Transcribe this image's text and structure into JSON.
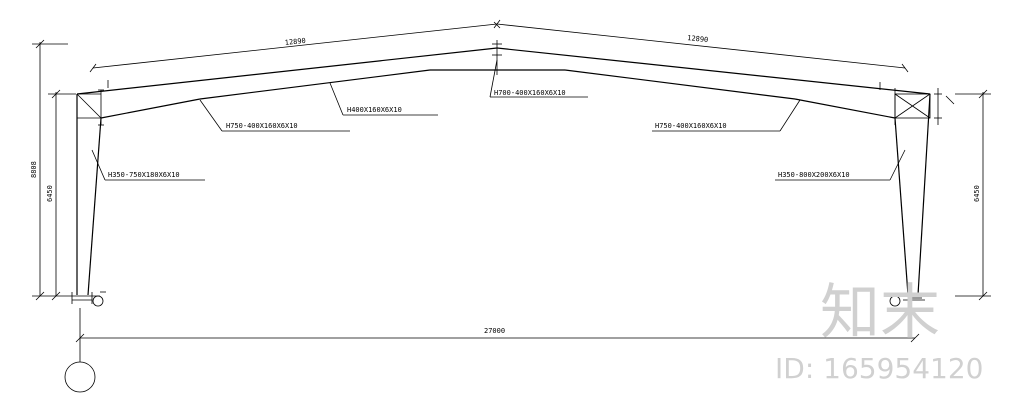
{
  "dimensions": {
    "left_rafter_length": "12890",
    "right_rafter_length": "12890",
    "total_height": "8808",
    "left_column_height": "6450",
    "right_column_height": "6450",
    "span": "27000"
  },
  "members": {
    "ridge": "H700-400X160X6X10",
    "middle_rafter": "H400X160X6X10",
    "left_haunch": "H750-400X160X6X10",
    "right_haunch": "H750-400X160X6X10",
    "left_column": "H350-750X180X6X10",
    "right_column": "H350-800X200X6X10"
  },
  "watermark": {
    "logo_text": "知末",
    "id_text": "ID: 165954120"
  }
}
